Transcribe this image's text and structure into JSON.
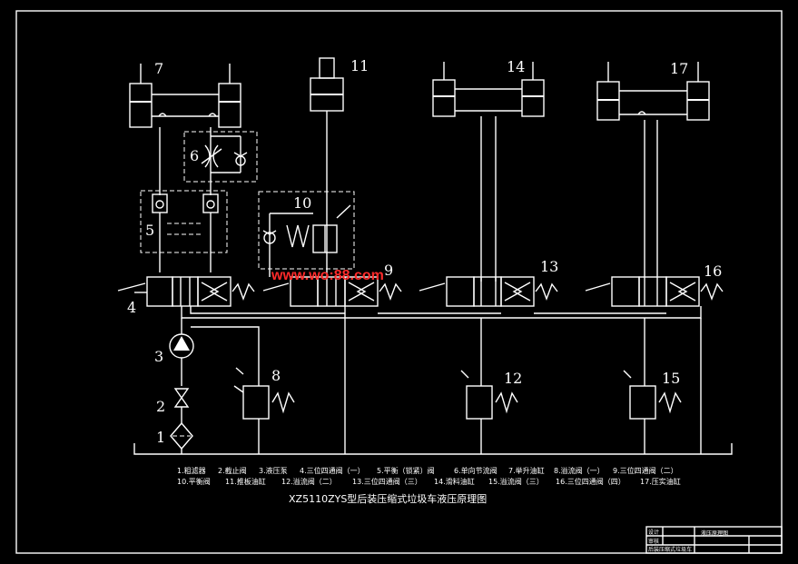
{
  "labels": {
    "c1": "1",
    "c2": "2",
    "c3": "3",
    "c4": "4",
    "c5": "5",
    "c6": "6",
    "c7": "7",
    "c8": "8",
    "c9": "9",
    "c10": "10",
    "c11": "11",
    "c12": "12",
    "c13": "13",
    "c14": "14",
    "c15": "15",
    "c16": "16",
    "c17": "17"
  },
  "watermark": "www.wo:88.com",
  "legend": {
    "row1": [
      "1.粗滤器",
      "2.截止阀",
      "3.液压泵",
      "4.三位四通阀（一）",
      "5.平衡（锁紧）阀",
      "6.单向节流阀",
      "7.举升油缸",
      "8.溢流阀（一）",
      "9.三位四通阀（二）"
    ],
    "row2": [
      "10.平衡阀",
      "11.推板油缸",
      "12.溢流阀（二）",
      "13.三位四通阀（三）",
      "14.滑料油缸",
      "15.溢流阀（三）",
      "16.三位四通阀（四）",
      "17.压实油缸"
    ]
  },
  "caption": "XZ5110ZYS型后装压缩式垃圾车液压原理图",
  "title_block": {
    "drawing_name": "液压原理图",
    "row_a": "设计",
    "row_b": "审核",
    "row_c": "后装压缩式垃圾车"
  }
}
